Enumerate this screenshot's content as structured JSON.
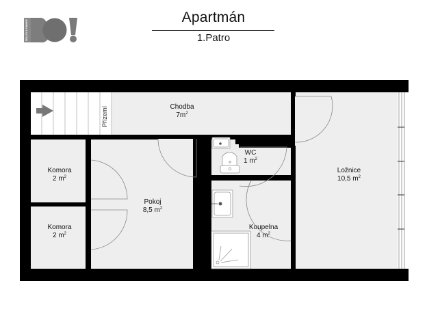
{
  "header": {
    "logo": {
      "text": "BO!",
      "tagline": "REALITY & FINANCE",
      "color": "#7a7a7a"
    },
    "title": "Apartmán",
    "subtitle": "1.Patro"
  },
  "plan": {
    "colors": {
      "wall": "#000000",
      "floor": "#eeeeee",
      "stairs": "#ffffff",
      "fixture_line": "#999999",
      "arrow": "#777777"
    },
    "stairs": {
      "label": "Přízemí",
      "direction_icon": "arrow-right"
    },
    "rooms": [
      {
        "id": "chodba",
        "name": "Chodba",
        "area": "7m",
        "unit_sup": "2"
      },
      {
        "id": "komora-1",
        "name": "Komora",
        "area": "2 m",
        "unit_sup": "2"
      },
      {
        "id": "komora-2",
        "name": "Komora",
        "area": "2 m",
        "unit_sup": "2"
      },
      {
        "id": "pokoj",
        "name": "Pokoj",
        "area": "8,5 m",
        "unit_sup": "2"
      },
      {
        "id": "wc",
        "name": "WC",
        "area": "1 m",
        "unit_sup": "2"
      },
      {
        "id": "koupelna",
        "name": "Koupelna",
        "area": "4 m",
        "unit_sup": "2"
      },
      {
        "id": "loznice",
        "name": "Ložnice",
        "area": "10,5 m",
        "unit_sup": "2"
      }
    ]
  }
}
